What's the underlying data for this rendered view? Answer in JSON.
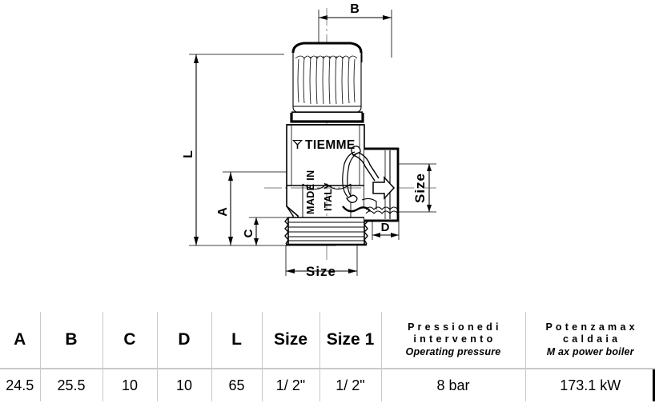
{
  "drawing": {
    "brand": "TIEMME",
    "origin_line1": "MADE IN",
    "origin_line2": "ITALY",
    "dimensions": {
      "b": "B",
      "l": "L",
      "a": "A",
      "c": "C",
      "d": "D",
      "size_bottom": "Size",
      "size_right": "Size"
    }
  },
  "table": {
    "columns": [
      {
        "key": "a",
        "header": "A",
        "value": "24.5"
      },
      {
        "key": "b",
        "header": "B",
        "value": "25.5"
      },
      {
        "key": "c",
        "header": "C",
        "value": "10"
      },
      {
        "key": "d",
        "header": "D",
        "value": "10"
      },
      {
        "key": "l",
        "header": "L",
        "value": "65"
      },
      {
        "key": "size",
        "header": "Size",
        "value": "1/ 2\""
      },
      {
        "key": "size1",
        "header": "Size 1",
        "value": "1/ 2\""
      }
    ],
    "pressure": {
      "header_it_line1": "P r e s s i o n e  d i",
      "header_it_line2": "i n t e r v e n t o",
      "header_en": "Operating pressure",
      "value": "8 bar"
    },
    "power": {
      "header_it_line1": "P o t e n z a  m a x",
      "header_it_line2": "c a l d a i a",
      "header_en": "M ax power boiler",
      "value": "173.1 kW"
    }
  },
  "colors": {
    "line": "#000000",
    "grid": "#c9c9c9",
    "background": "#ffffff"
  }
}
